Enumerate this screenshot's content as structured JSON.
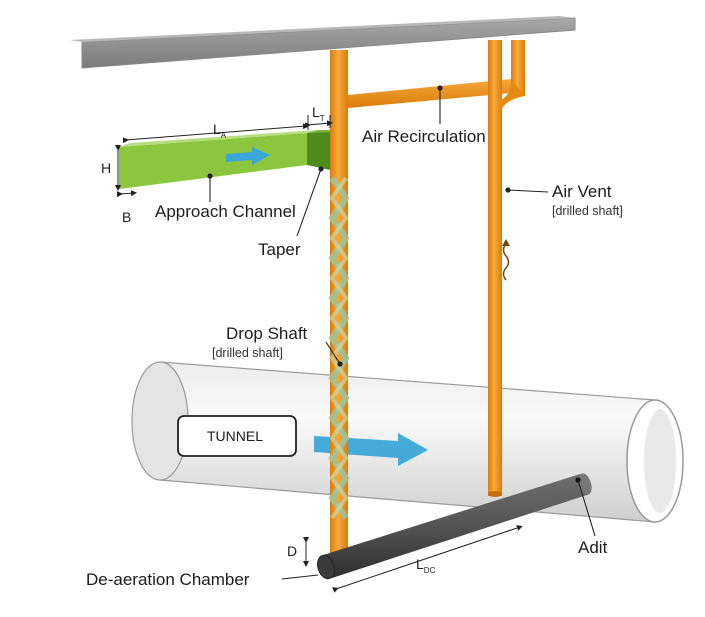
{
  "labels": {
    "approach_channel": "Approach Channel",
    "taper": "Taper",
    "air_recirculation": "Air Recirculation",
    "air_vent": "Air Vent",
    "air_vent_sub": "[drilled shaft]",
    "drop_shaft": "Drop Shaft",
    "drop_shaft_sub": "[drilled shaft]",
    "tunnel": "TUNNEL",
    "adit": "Adit",
    "deaeration_chamber": "De-aeration Chamber"
  },
  "dimensions": {
    "la_main": "L",
    "la_sub": "A",
    "lt_main": "L",
    "lt_sub": "T",
    "h": "H",
    "b": "B",
    "d": "D",
    "ldc_main": "L",
    "ldc_sub": "DC"
  },
  "colors": {
    "shaft_orange": "#f39a1e",
    "channel_green": "#8cc63f",
    "flow_arrow": "#3aa7d8",
    "chamber_gray": "#555555",
    "tunnel_white": "#f2f2f2"
  }
}
